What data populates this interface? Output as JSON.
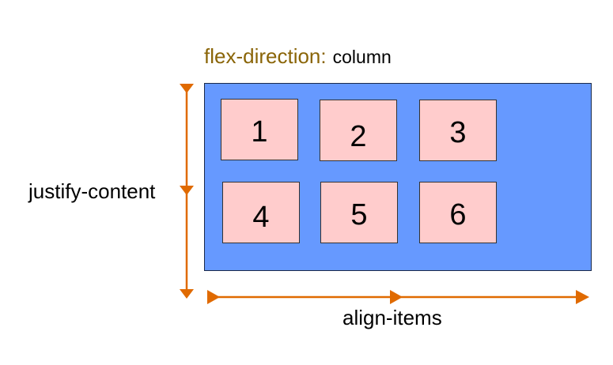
{
  "title": {
    "property": "flex-direction:",
    "value": "column"
  },
  "items": [
    "1",
    "2",
    "3",
    "4",
    "5",
    "6"
  ],
  "labels": {
    "vertical_axis": "justify-content",
    "horizontal_axis": "align-items"
  },
  "colors": {
    "container": "#6699ff",
    "item": "#ffcccc",
    "arrow": "#e06a00",
    "property_text": "#8a6508"
  }
}
